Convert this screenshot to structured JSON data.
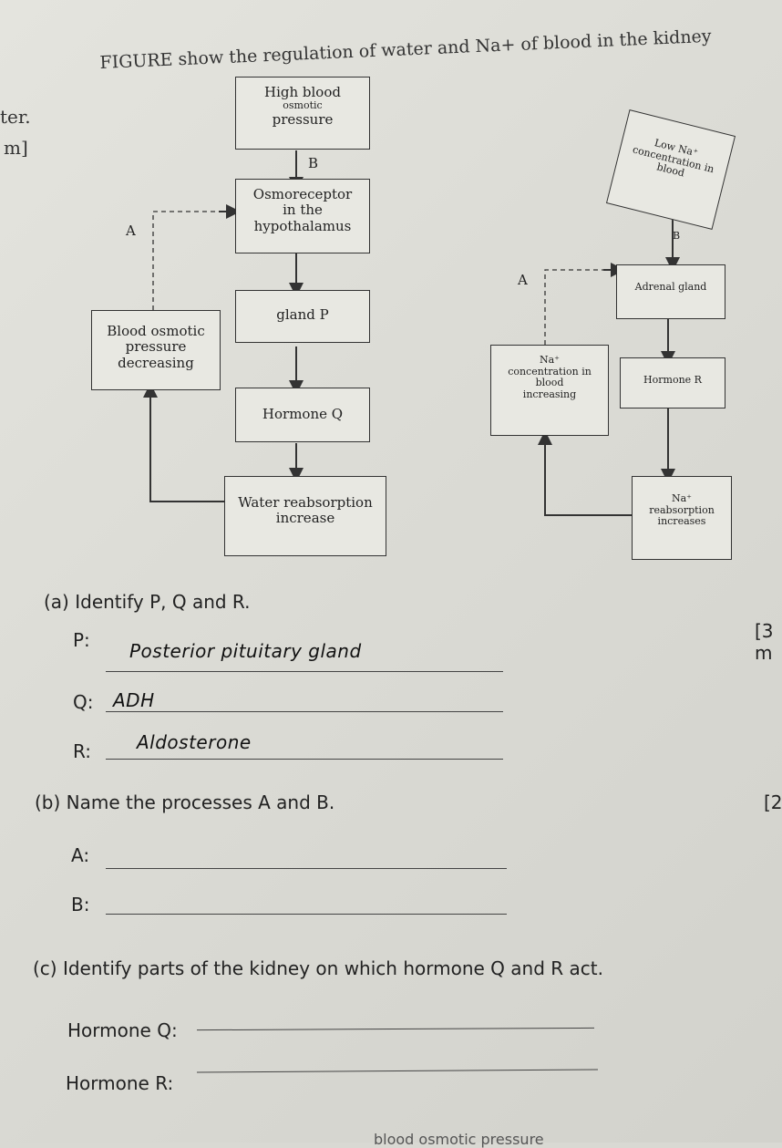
{
  "margin": {
    "left_top": "ter.",
    "left_mid": "m]"
  },
  "figure": {
    "title": "FIGURE show the regulation of water and Na+ of blood in the kidney",
    "left": {
      "high_blood": [
        "High blood",
        "osmotic",
        "pressure"
      ],
      "arrow_b": "B",
      "osmoreceptor": [
        "Osmoreceptor",
        "in the",
        "hypothalamus"
      ],
      "arrow_a": "A",
      "gland_p": "gland P",
      "blood_osmotic": [
        "Blood osmotic",
        "pressure",
        "decreasing"
      ],
      "hormone_q": "Hormone Q",
      "water_reabs": [
        "Water reabsorption",
        "increase"
      ]
    },
    "right": {
      "low_na": [
        "Low Na⁺",
        "concentration in",
        "blood"
      ],
      "arrow_b": "B",
      "arrow_a": "A",
      "adrenal": "Adrenal gland",
      "na_conc": [
        "Na⁺",
        "concentration in",
        "blood",
        "increasing"
      ],
      "hormone_r": "Hormone R",
      "na_reabs": [
        "Na⁺",
        "reabsorption",
        "increases"
      ]
    }
  },
  "questions": {
    "a": {
      "text": "(a) Identify P, Q and R.",
      "marks": "[3 m",
      "p_label": "P:",
      "p_answer": "Posterior pituitary gland",
      "q_label": "Q:",
      "q_answer": "ADH",
      "r_label": "R:",
      "r_answer": "Aldosterone"
    },
    "b": {
      "text": "(b) Name the processes A and B.",
      "marks": "[2",
      "a_label": "A:",
      "b_label": "B:"
    },
    "c": {
      "text": "(c) Identify parts of the kidney on which hormone Q and R act.",
      "q_label": "Hormone Q:",
      "r_label": "Hormone R:"
    },
    "footer": "blood osmotic pressure"
  }
}
